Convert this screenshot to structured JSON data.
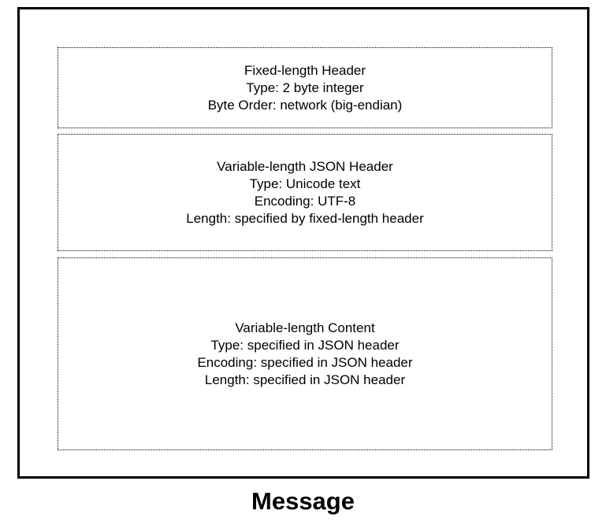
{
  "diagram": {
    "caption": "Message",
    "segments": [
      {
        "name": "fixed-length-header",
        "lines": [
          "Fixed-length Header",
          "Type: 2 byte integer",
          "Byte Order: network (big-endian)"
        ]
      },
      {
        "name": "variable-length-json-header",
        "lines": [
          "Variable-length JSON Header",
          "Type: Unicode text",
          "Encoding: UTF-8",
          "Length: specified by fixed-length header"
        ]
      },
      {
        "name": "variable-length-content",
        "lines": [
          "Variable-length Content",
          "Type: specified in JSON header",
          "Encoding: specified in JSON header",
          "Length: specified in JSON header"
        ]
      }
    ]
  },
  "colors": {
    "background": "#ffffff",
    "stroke": "#000000",
    "text": "#000000"
  }
}
